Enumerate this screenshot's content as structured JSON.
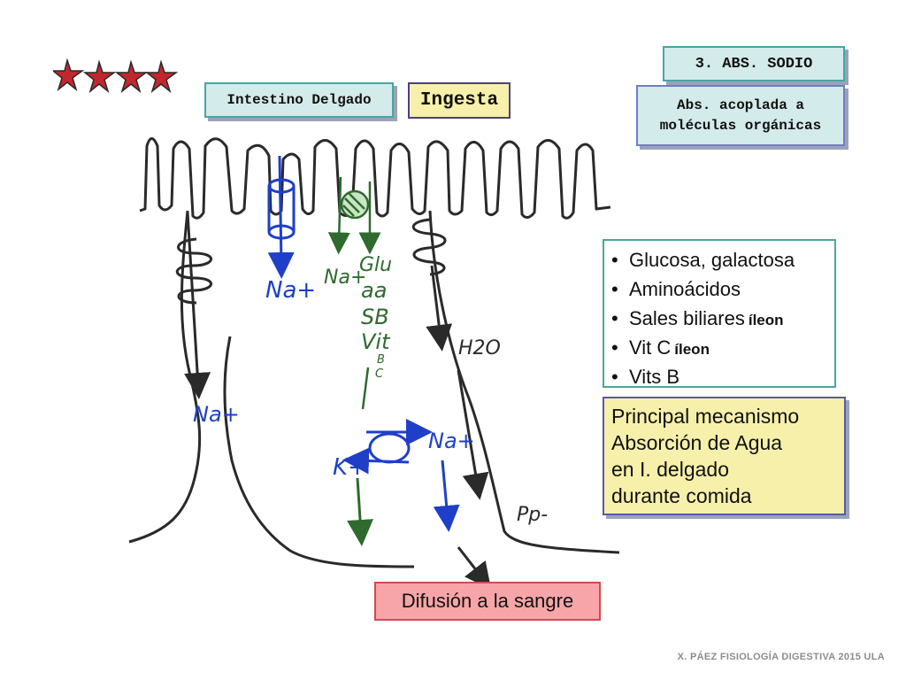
{
  "header": {
    "intestino_label": "Intestino Delgado",
    "ingesta_label": "Ingesta",
    "section_label": "3. ABS. SODIO",
    "subtitle_line1": "Abs. acoplada a",
    "subtitle_line2": "moléculas orgánicas"
  },
  "list": {
    "items": [
      {
        "bullet": "•",
        "text": "Glucosa, galactosa",
        "note": ""
      },
      {
        "bullet": "•",
        "text": "Aminoácidos",
        "note": ""
      },
      {
        "bullet": "•",
        "text": "Sales biliares",
        "note": "íleon"
      },
      {
        "bullet": "•",
        "text": "Vit C",
        "note": "íleon"
      },
      {
        "bullet": "•",
        "text": "Vits B",
        "note": ""
      }
    ]
  },
  "principal": {
    "line1": "Principal mecanismo",
    "line2": "Absorción de Agua",
    "line3": "en I. delgado",
    "line4": "durante comida"
  },
  "difusion_label": "Difusión a la sangre",
  "footer_text": "X. PÁEZ   FISIOLOGÍA DIGESTIVA 2015  ULA",
  "diagram": {
    "na_left": "Na+",
    "na_channel": "Na+",
    "cotransport_na": "Na+",
    "cotransport_glu": "Glu",
    "cotransport_aa": "aa",
    "cotransport_sb": "SB",
    "cotransport_vit": "Vit",
    "cotransport_b": "B",
    "cotransport_c": "C",
    "water": "H2O",
    "k_pump": "K+",
    "na_pump": "Na+",
    "signature": "Pp-"
  },
  "colors": {
    "ink": "#2a2a2a",
    "blue": "#1f3fc8",
    "green": "#2f6a2f",
    "star_red": "#c2272d",
    "teal_border": "#47a7a1",
    "teal_fill": "#d3ebea",
    "yellow_fill": "#f6f0ab",
    "pink_fill": "#f7a5a8"
  },
  "icons": [
    "star-icon",
    "na-channel-icon",
    "cotransporter-icon",
    "pump-icon",
    "arrow-icon"
  ]
}
